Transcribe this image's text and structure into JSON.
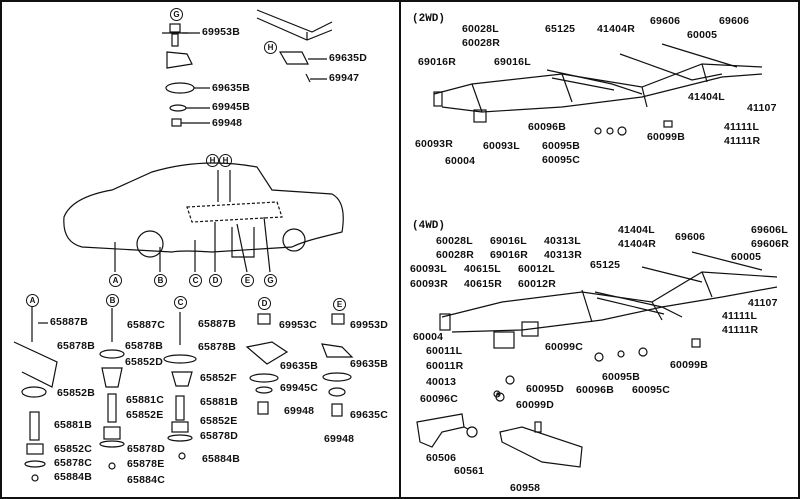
{
  "left_top": {
    "markers": [
      "G",
      "H"
    ],
    "labels": [
      "69953B",
      "69635D",
      "69947",
      "69635B",
      "69945B",
      "69948"
    ]
  },
  "car": {
    "markers": [
      "H",
      "H",
      "A",
      "B",
      "C",
      "D",
      "E",
      "G"
    ]
  },
  "bottom_left": {
    "markers": [
      "A",
      "B",
      "C",
      "D",
      "E"
    ],
    "labels": [
      "65887B",
      "65878B",
      "65852B",
      "65881B",
      "65852C",
      "65878C",
      "65884B",
      "65887C",
      "65878B",
      "65852D",
      "65881C",
      "65852E",
      "65878D",
      "65878E",
      "65884C",
      "65887B",
      "65878B",
      "65852F",
      "65881B",
      "65852E",
      "65878D",
      "65884B",
      "69953C",
      "69953D",
      "69635B",
      "69635B",
      "69945C",
      "69948",
      "69635C",
      "69948"
    ]
  },
  "wd2": {
    "title": "(2WD)",
    "labels": [
      "60028L",
      "60028R",
      "69016R",
      "69016L",
      "65125",
      "41404R",
      "69606",
      "69606",
      "60005",
      "41404L",
      "41107",
      "60093R",
      "60093L",
      "60004",
      "60096B",
      "60095B",
      "60095C",
      "60099B",
      "41111L",
      "41111R"
    ]
  },
  "wd4": {
    "title": "(4WD)",
    "labels": [
      "60028L",
      "60028R",
      "69016L",
      "69016R",
      "40313L",
      "40313R",
      "41404L",
      "41404R",
      "69606",
      "69606L",
      "69606R",
      "60005",
      "60093L",
      "60093R",
      "40615L",
      "40615R",
      "60012L",
      "60012R",
      "65125",
      "41107",
      "41111L",
      "41111R",
      "60004",
      "60011L",
      "60011R",
      "60099C",
      "60099B",
      "40013",
      "60095B",
      "60096B",
      "60095D",
      "60095C",
      "60096C",
      "60099D",
      "60506",
      "60561",
      "60958"
    ]
  },
  "colors": {
    "ink": "#111111",
    "paper": "#ffffff"
  }
}
